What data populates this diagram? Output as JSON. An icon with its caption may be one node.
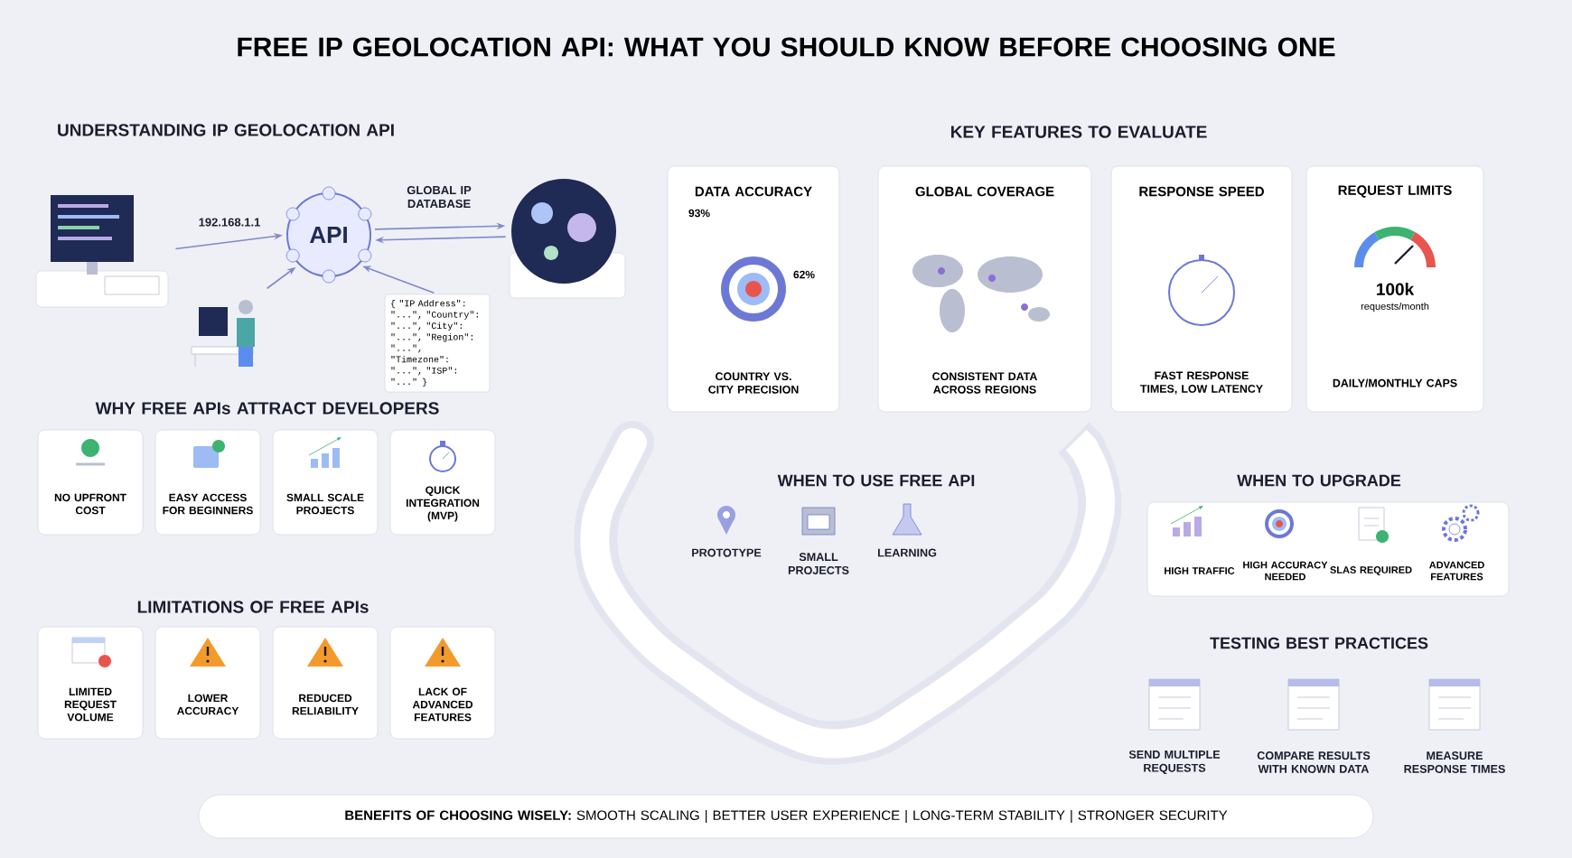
{
  "diagram": {
    "title": "FREE IP GEOLOCATION API: WHAT YOU SHOULD KNOW BEFORE CHOOSING ONE",
    "nodes": [
      {
        "text": [],
        "shape": "picture"
      },
      {
        "text": [
          "API"
        ]
      },
      {
        "text": [],
        "shape": "picture"
      },
      {
        "text": [
          "{ \"IP Address\": \"...\", \"Country\": \"...\", \"City\": \"...\", \"Region\": \"...\", \"Timezone\": \"...\", \"ISP\": \"...\" }"
        ]
      },
      {
        "text": [],
        "shape": "picture"
      },
      {
        "text": [
          "DATA ACCURACY",
          "93%",
          "62%",
          "COUNTRY VS. CITY PRECISION"
        ]
      },
      {
        "text": [
          "GLOBAL COVERAGE",
          "CONSISTENT DATA ACROSS REGIONS"
        ]
      },
      {
        "text": [
          "RESPONSE SPEED",
          "FAST RESPONSE TIMES, LOW LATENCY"
        ]
      },
      {
        "text": [
          "REQUEST LIMITS",
          "100k",
          "requests/month",
          "DAILY/MONTHLY CAPS"
        ]
      },
      {
        "text": [
          "NO UPFRONT COST"
        ]
      },
      {
        "text": [
          "EASY ACCESS FOR BEGINNERS"
        ]
      },
      {
        "text": [
          "SMALL SCALE PROJECTS"
        ]
      },
      {
        "text": [
          "QUICK INTEGRATION (MVP)"
        ]
      },
      {
        "text": [
          "LIMITED REQUEST VOLUME"
        ]
      },
      {
        "text": [
          "LOWER ACCURACY"
        ]
      },
      {
        "text": [
          "REDUCED RELIABILITY"
        ]
      },
      {
        "text": [
          "LACK OF ADVANCED FEATURES"
        ]
      },
      {
        "text": [
          "HIGH TRAFFIC",
          "HIGH ACCURACY NEEDED",
          "SLAS REQUIRED",
          "ADVANCED FEATURES"
        ]
      },
      {
        "text": [
          "**BENEFITS OF CHOOSING WISELY:** SMOOTH SCALING | BETTER USER EXPERIENCE | LONG-TERM STABILITY | STRONGER SECURITY"
        ]
      }
    ],
    "edges": [
      {
        "from": 0,
        "to": 1,
        "arrow": "to",
        "label": "192.168.1.1"
      },
      {
        "from": 1,
        "to": 2,
        "arrow": "to",
        "label": "GLOBAL IP DATABASE"
      },
      {
        "from": 2,
        "to": 1,
        "arrow": "to"
      },
      {
        "from": 4,
        "to": 1,
        "arrow": "to"
      },
      {
        "from": 3,
        "to": 1,
        "arrow": "to"
      }
    ],
    "labels": [
      "UNDERSTANDING IP GEOLOCATION API",
      "KEY FEATURES TO EVALUATE",
      "WHY FREE APIs ATTRACT DEVELOPERS",
      "WHEN TO USE FREE API",
      "PROTOTYPE",
      "SMALL PROJECTS",
      "LEARNING",
      "WHEN TO UPGRADE",
      "LIMITATIONS OF FREE APIs",
      "TESTING BEST PRACTICES",
      "SEND MULTIPLE REQUESTS",
      "COMPARE RESULTS WITH KNOWN DATA",
      "MEASURE RESPONSE TIMES"
    ]
  }
}
